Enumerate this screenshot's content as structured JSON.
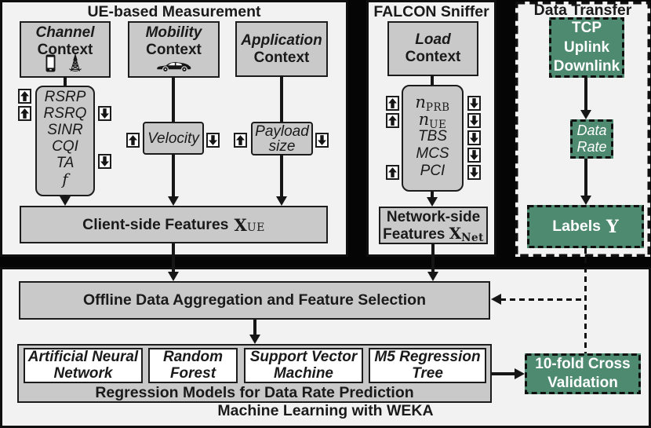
{
  "figure": {
    "type": "block-diagram",
    "background": "#000000",
    "colors": {
      "panel_bg": "#f2f2f2",
      "box_grey": "#c9c9c9",
      "accent_green": "#4d8a70",
      "ink": "#1a1a1a",
      "white_box": "#ffffff"
    }
  },
  "icons": {
    "smartphone": "smartphone-icon",
    "antenna": "cell-tower-icon",
    "car": "car-icon",
    "up": "up-arrow-icon",
    "down": "down-arrow-icon"
  },
  "ue": {
    "title": "UE-based Measurement",
    "channel": {
      "line1": "Channel",
      "line2": "Context"
    },
    "mobility": {
      "line1": "Mobility",
      "line2": "Context"
    },
    "application": {
      "line1": "Application",
      "line2": "Context"
    },
    "channel_metrics": [
      "RSRP",
      "RSRQ",
      "SINR",
      "CQI",
      "TA",
      "f"
    ],
    "mobility_metric": "Velocity",
    "application_metric": {
      "line1": "Payload",
      "line2": "size"
    },
    "features": {
      "label": "Client-side Features",
      "symbol": "X",
      "sub": "UE"
    }
  },
  "falcon": {
    "title": "FALCON Sniffer",
    "load": {
      "line1": "Load",
      "line2": "Context"
    },
    "metrics": [
      {
        "base": "n",
        "sub": "PRB"
      },
      {
        "base": "n",
        "sub": "UE"
      },
      {
        "text": "TBS"
      },
      {
        "text": "MCS"
      },
      {
        "text": "PCI"
      }
    ],
    "features": {
      "line1": "Network-side",
      "line2_label": "Features",
      "symbol": "X",
      "sub": "Net"
    }
  },
  "data_transfer": {
    "title": "Data Transfer",
    "tcp": {
      "line1": "TCP",
      "line2": "Uplink",
      "line3": "Downlink"
    },
    "rate": {
      "line1": "Data",
      "line2": "Rate"
    },
    "labels": {
      "label": "Labels",
      "symbol": "Y"
    }
  },
  "ml": {
    "aggregation": "Offline Data Aggregation and Feature Selection",
    "models": [
      {
        "line1": "Artificial Neural",
        "line2": "Network"
      },
      {
        "line1": "Random",
        "line2": "Forest"
      },
      {
        "line1": "Support Vector",
        "line2": "Machine"
      },
      {
        "line1": "M5 Regression",
        "line2": "Tree"
      }
    ],
    "models_caption": "Regression Models for Data Rate Prediction",
    "panel_caption": "Machine Learning with WEKA",
    "validation": {
      "line1": "10-fold Cross",
      "line2": "Validation"
    }
  }
}
